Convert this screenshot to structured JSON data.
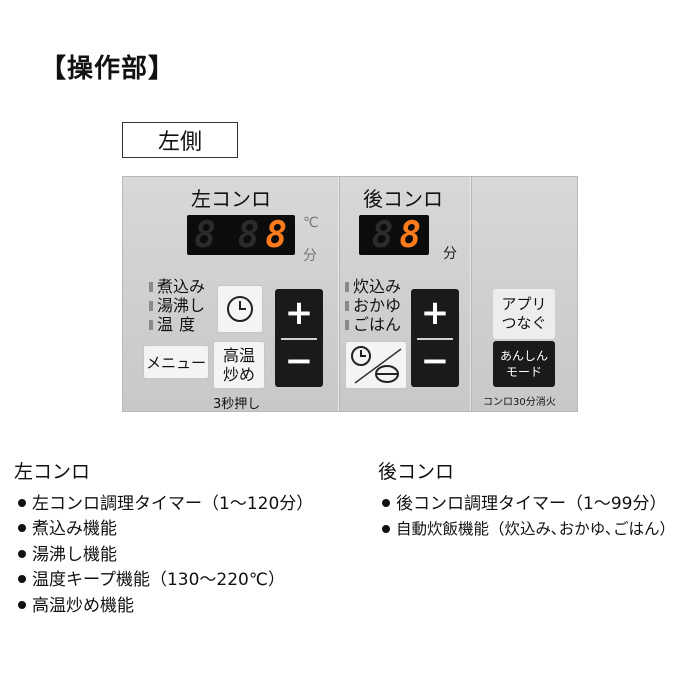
{
  "heading": "【操作部】",
  "side_tag": "左側",
  "panel": {
    "left_zone": {
      "title": "左コンロ",
      "display_digit": "8",
      "unit_temp": "℃",
      "unit_min": "分",
      "modes": [
        "煮込み",
        "湯沸し",
        "温度"
      ],
      "menu_button": "メニュー",
      "high_temp_button": [
        "高温",
        "炒め"
      ],
      "hold_note": "3秒押し",
      "plus": "+",
      "minus": "−"
    },
    "rear_zone": {
      "title": "後コンロ",
      "display_digit": "8",
      "unit_min": "分",
      "modes": [
        "炊込み",
        "おかゆ",
        "ごはん"
      ],
      "plus": "+",
      "minus": "−"
    },
    "right_zone": {
      "app_button": [
        "アプリ",
        "つなぐ"
      ],
      "anshin_button": [
        "あんしん",
        "モード"
      ],
      "auto_off_note": "コンロ30分消火"
    }
  },
  "left_list": {
    "title": "左コンロ",
    "items": [
      "左コンロ調理タイマー（1〜120分）",
      "煮込み機能",
      "湯沸し機能",
      "温度キープ機能（130〜220℃）",
      "高温炒め機能"
    ]
  },
  "rear_list": {
    "title": "後コンロ",
    "items": [
      "後コンロ調理タイマー（1〜99分）",
      "自動炊飯機能（炊込み､おかゆ､ごはん）"
    ]
  }
}
